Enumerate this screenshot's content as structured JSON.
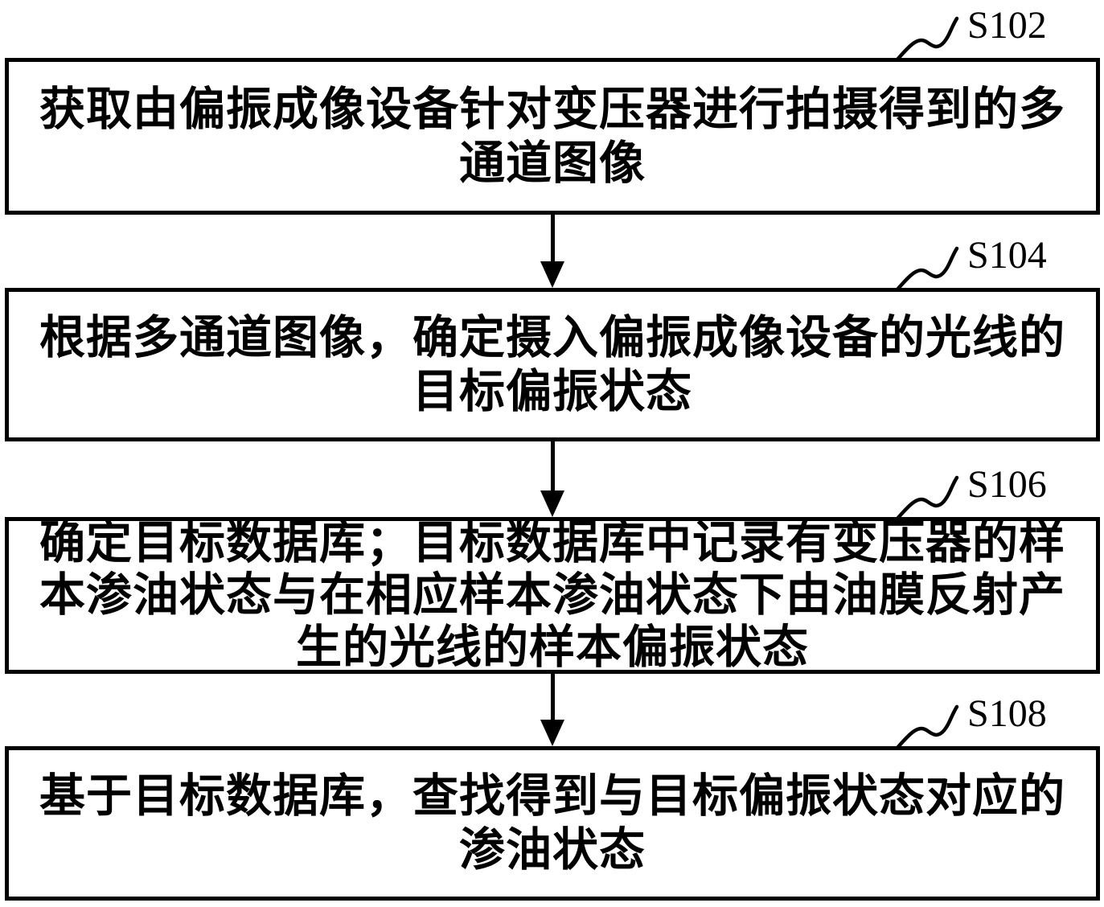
{
  "figure": {
    "background_color": "#ffffff",
    "ink_color": "#000000"
  },
  "steps": [
    {
      "label": "S102",
      "text": "获取由偏振成像设备针对变压器进行拍摄得到的多通道图像",
      "lines": [
        "获取由偏振成像设备针对变压器进行拍摄得到的多",
        "通道图像"
      ]
    },
    {
      "label": "S104",
      "text": "根据多通道图像，确定摄入偏振成像设备的光线的目标偏振状态",
      "lines": [
        "根据多通道图像，确定摄入偏振成像设备的光线的",
        "目标偏振状态"
      ]
    },
    {
      "label": "S106",
      "text": "确定目标数据库；目标数据库中记录有变压器的样本渗油状态与在相应样本渗油状态下由油膜反射产生的光线的样本偏振状态",
      "lines": [
        "确定目标数据库；目标数据库中记录有变压器的样",
        "本渗油状态与在相应样本渗油状态下由油膜反射产",
        "生的光线的样本偏振状态"
      ]
    },
    {
      "label": "S108",
      "text": "基于目标数据库，查找得到与目标偏振状态对应的渗油状态",
      "lines": [
        "基于目标数据库，查找得到与目标偏振状态对应的",
        "渗油状态"
      ]
    }
  ]
}
